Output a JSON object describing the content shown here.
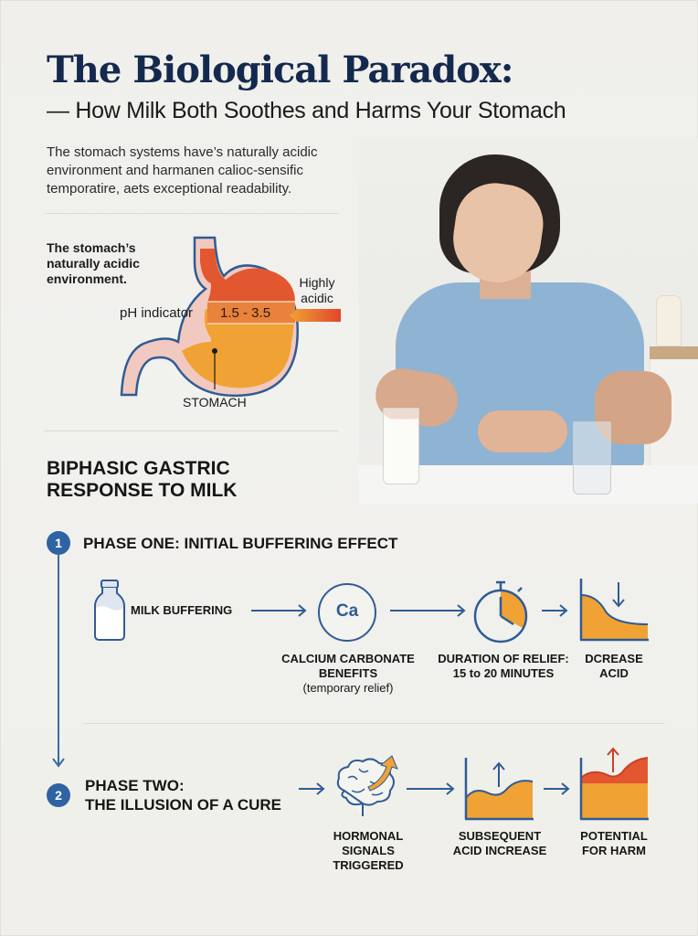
{
  "header": {
    "title": "The Biological Paradox:",
    "subtitle": "— How Milk Both Soothes and Harms Your Stomach",
    "intro": "The stomach systems have’s naturally acidic environment and harmanen calioc-sensific temporatire, aets exceptional readability."
  },
  "stomach_diagram": {
    "caption": "The stomach’s naturally acidic environment.",
    "ph_label": "pH indicator",
    "ph_range": "1.5 - 3.5",
    "acidity_label": "Highly acidic",
    "organ_label": "STOMACH",
    "colors": {
      "acid_top": "#e2572f",
      "ph_band": "#e9823a",
      "body": "#f0a234",
      "outline": "#2f5c94",
      "esophagus": "#f2c9c0"
    }
  },
  "photo": {
    "description": "Woman in blue t-shirt holding her stomach with a glass of milk and a glass of water on a table"
  },
  "section": {
    "heading_line1": "BIPHASIC GASTRIC",
    "heading_line2": "RESPONSE TO MILK"
  },
  "phases": [
    {
      "number": "1",
      "title": "PHASE ONE: INITIAL BUFFERING EFFECT",
      "steps": [
        {
          "icon": "milk-bottle-icon",
          "label": "MILK BUFFERING"
        },
        {
          "icon": "calcium-icon",
          "icon_text": "Ca",
          "label": "CALCIUM CARBONATE BENEFITS",
          "sublabel": "(temporary relief)"
        },
        {
          "icon": "stopwatch-icon",
          "label_line1": "DURATION OF RELIEF:",
          "label_line2": "15 to 20 MINUTES"
        },
        {
          "icon": "decrease-chart-icon",
          "label_line1": "DCREASE",
          "label_line2": "ACID"
        }
      ]
    },
    {
      "number": "2",
      "title_line1": "PHASE TWO:",
      "title_line2": "THE ILLUSION OF A CURE",
      "steps": [
        {
          "icon": "brain-icon",
          "label_line1": "HORMONAL",
          "label_line2": "SIGNALS",
          "label_line3": "TRIGGERED"
        },
        {
          "icon": "increase-chart-icon",
          "label_line1": "SUBSEQUENT",
          "label_line2": "ACID INCREASE"
        },
        {
          "icon": "harm-chart-icon",
          "label_line1": "POTENTIAL",
          "label_line2": "FOR HARM"
        }
      ]
    }
  ],
  "colors": {
    "title": "#14294d",
    "accent_blue": "#2f63a3",
    "orange": "#f0a234",
    "red": "#e2572f",
    "background": "#f1f0ec"
  }
}
